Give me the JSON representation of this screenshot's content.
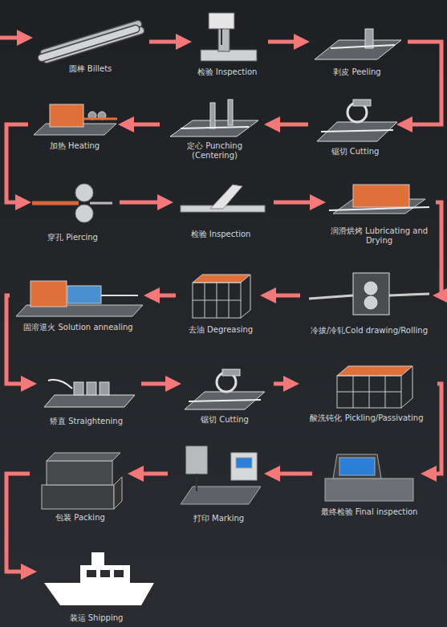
{
  "diagram": {
    "nodes": [
      {
        "text": [
          "圆棒 Billets"
        ]
      },
      {
        "text": [
          "检验 Inspection"
        ]
      },
      {
        "text": [
          "剥皮 Peeling"
        ]
      },
      {
        "text": [
          "锯切 Cutting"
        ]
      },
      {
        "text": [
          "定心 Punching (Centering)"
        ]
      },
      {
        "text": [
          "加热 Heating"
        ]
      },
      {
        "text": [
          "穿孔 Piercing"
        ]
      },
      {
        "text": [
          "检验 Inspection"
        ]
      },
      {
        "text": [
          "润滑烘烤 Lubricating and Drying"
        ]
      },
      {
        "text": [
          "冷拔/冷轧Cold drawing/Rolling"
        ]
      },
      {
        "text": [
          "去油 Degreasing"
        ]
      },
      {
        "text": [
          "固溶退火 Solution annealing"
        ]
      },
      {
        "text": [
          "矫直 Straightening"
        ]
      },
      {
        "text": [
          "锯切 Cutting"
        ]
      },
      {
        "text": [
          "酸洗钝化 Pickling/Passivating"
        ]
      },
      {
        "text": [
          "最终检验 Final inspection"
        ]
      },
      {
        "text": [
          "打印 Marking"
        ]
      },
      {
        "text": [
          "包装 Packing"
        ]
      },
      {
        "text": [
          "装运 Shipping"
        ]
      }
    ],
    "edges": [
      {
        "from": 0,
        "to": 1,
        "arrow": "to"
      },
      {
        "from": 1,
        "to": 2,
        "arrow": "to"
      },
      {
        "from": 2,
        "to": 3,
        "arrow": "to"
      },
      {
        "from": 3,
        "to": 4,
        "arrow": "to"
      },
      {
        "from": 4,
        "to": 5,
        "arrow": "to"
      },
      {
        "from": 5,
        "to": 6,
        "arrow": "to"
      },
      {
        "from": 6,
        "to": 7,
        "arrow": "to"
      },
      {
        "from": 7,
        "to": 8,
        "arrow": "to"
      },
      {
        "from": 8,
        "to": 9,
        "arrow": "to"
      },
      {
        "from": 9,
        "to": 10,
        "arrow": "to"
      },
      {
        "from": 10,
        "to": 11,
        "arrow": "to"
      },
      {
        "from": 11,
        "to": 12,
        "arrow": "to"
      },
      {
        "from": 12,
        "to": 13,
        "arrow": "to"
      },
      {
        "from": 13,
        "to": 14,
        "arrow": "to"
      },
      {
        "from": 14,
        "to": 15,
        "arrow": "to"
      },
      {
        "from": 15,
        "to": 16,
        "arrow": "to"
      },
      {
        "from": 16,
        "to": 17,
        "arrow": "to"
      },
      {
        "from": 17,
        "to": 18,
        "arrow": "to"
      }
    ]
  }
}
